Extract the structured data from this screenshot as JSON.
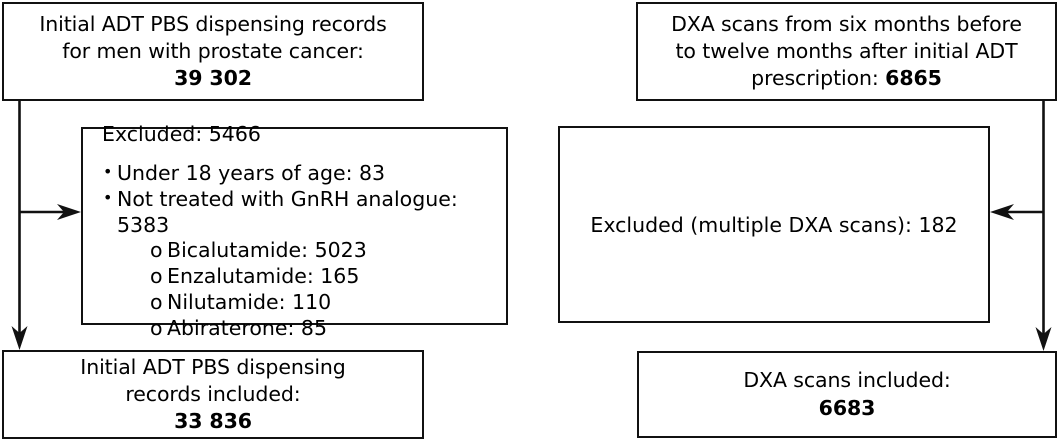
{
  "diagram": {
    "title": "Study cohort flow diagram",
    "line_color": "#111111",
    "background": "#ffffff",
    "text_color": "#000000"
  },
  "nodes": {
    "source_records": {
      "line1": "Initial ADT PBS dispensing records",
      "line2": "for men with prostate cancer:",
      "count": "39 302"
    },
    "source_dxa": {
      "line1": "DXA scans from six months before",
      "line2": "to twelve months after initial ADT",
      "line3_label": "prescription: ",
      "count": "6865"
    },
    "excluded_adt": {
      "heading": "Excluded: 5466",
      "items": [
        {
          "bullet": "•",
          "label": "Under 18 years of age: 83"
        },
        {
          "bullet": "•",
          "label": "Not treated with GnRH analogue: 5383"
        }
      ],
      "sub_items": [
        {
          "marker": "o",
          "label": "Bicalutamide: 5023"
        },
        {
          "marker": "o",
          "label": "Enzalutamide: 165"
        },
        {
          "marker": "o",
          "label": "Nilutamide: 110"
        },
        {
          "marker": "o",
          "label": "Abiraterone: 85"
        }
      ]
    },
    "excluded_dxa": {
      "text": "Excluded (multiple DXA scans): 182"
    },
    "included_adt": {
      "line1": "Initial ADT PBS dispensing",
      "line2": "records included:",
      "count": "33 836"
    },
    "included_dxa": {
      "line1": "DXA scans included:",
      "count": "6683"
    }
  },
  "connectors": [
    {
      "name": "adt-source-to-included",
      "from": "source_records",
      "to": "included_adt",
      "direction": "down"
    },
    {
      "name": "adt-source-to-excluded",
      "from": "source_records",
      "to": "excluded_adt",
      "direction": "right"
    },
    {
      "name": "dxa-source-to-included",
      "from": "source_dxa",
      "to": "included_dxa",
      "direction": "down"
    },
    {
      "name": "dxa-source-to-excluded",
      "from": "source_dxa",
      "to": "excluded_dxa",
      "direction": "left"
    }
  ]
}
